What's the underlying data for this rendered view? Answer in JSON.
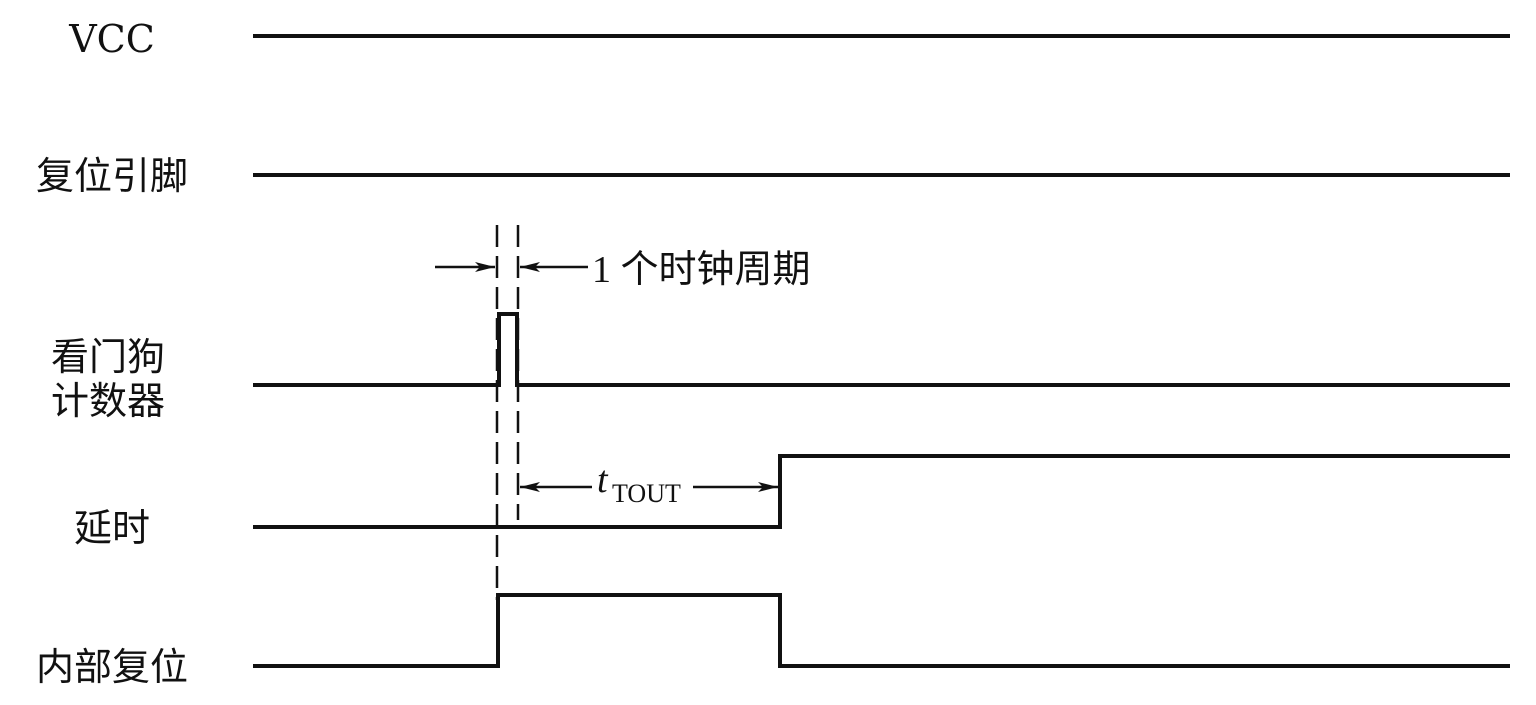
{
  "signals": [
    {
      "label": "VCC"
    },
    {
      "label": "复位引脚"
    },
    {
      "label_line1": "看门狗",
      "label_line2": "计数器"
    },
    {
      "label": "延时"
    },
    {
      "label": "内部复位"
    }
  ],
  "annotations": {
    "clock_period": "1 个时钟周期",
    "timeout_symbol": "t",
    "timeout_subscript": "TOUT"
  }
}
